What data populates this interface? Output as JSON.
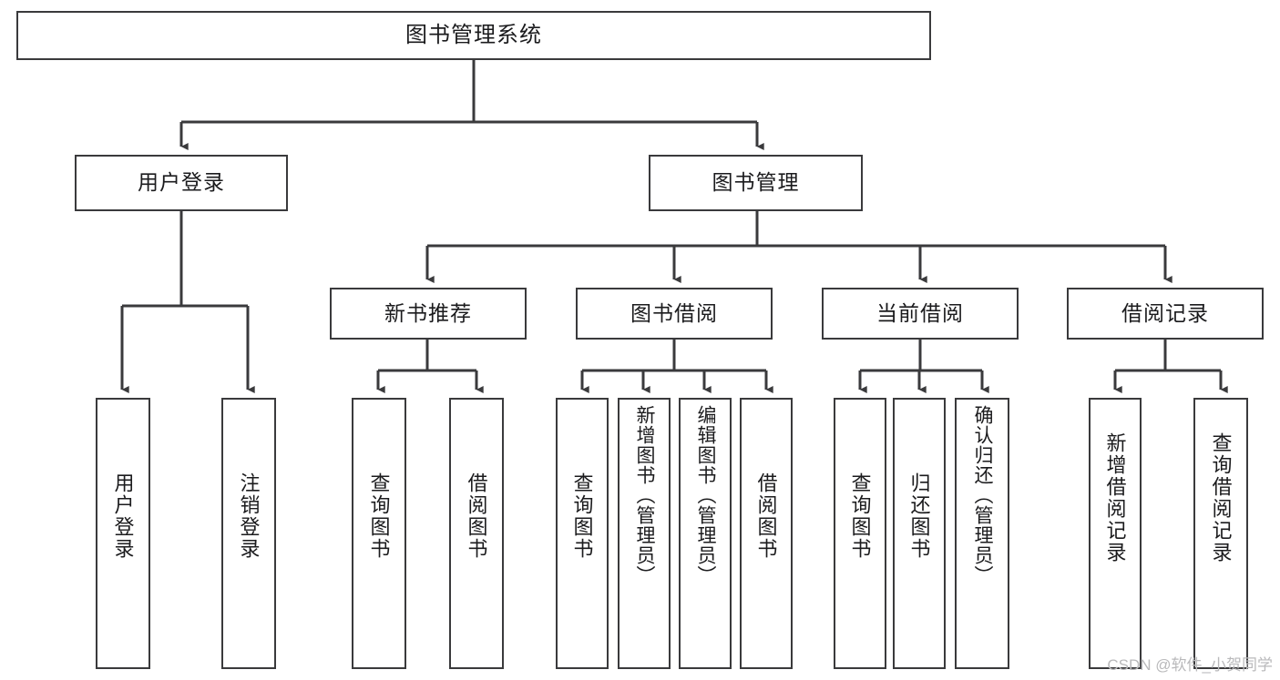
{
  "diagram": {
    "title": "图书管理系统",
    "type": "tree",
    "orientation": "top-down",
    "colors": {
      "background": "#ffffff",
      "line": "#3a3a3c",
      "box_border": "#3a3a3c",
      "box_fill": "#ffffff",
      "text": "#1b1b1d",
      "watermark": "#b9b9bb"
    },
    "root": {
      "label": "图书管理系统"
    },
    "level1": [
      {
        "label": "用户登录"
      },
      {
        "label": "图书管理"
      }
    ],
    "level2": [
      {
        "label": "新书推荐"
      },
      {
        "label": "图书借阅"
      },
      {
        "label": "当前借阅"
      },
      {
        "label": "借阅记录"
      }
    ],
    "leaves": {
      "user_login": [
        {
          "label": "用户登录"
        },
        {
          "label": "注销登录"
        }
      ],
      "new_book_recommend": [
        {
          "label": "查询图书"
        },
        {
          "label": "借阅图书"
        }
      ],
      "book_borrow": [
        {
          "label": "查询图书"
        },
        {
          "label": "新增图书（管理员）"
        },
        {
          "label": "编辑图书（管理员）"
        },
        {
          "label": "借阅图书"
        }
      ],
      "current_borrow": [
        {
          "label": "查询图书"
        },
        {
          "label": "归还图书"
        },
        {
          "label": "确认归还（管理员）"
        }
      ],
      "borrow_record": [
        {
          "label": "新增借阅记录"
        },
        {
          "label": "查询借阅记录"
        }
      ]
    },
    "watermark": "CSDN @软件_小贺同学"
  }
}
